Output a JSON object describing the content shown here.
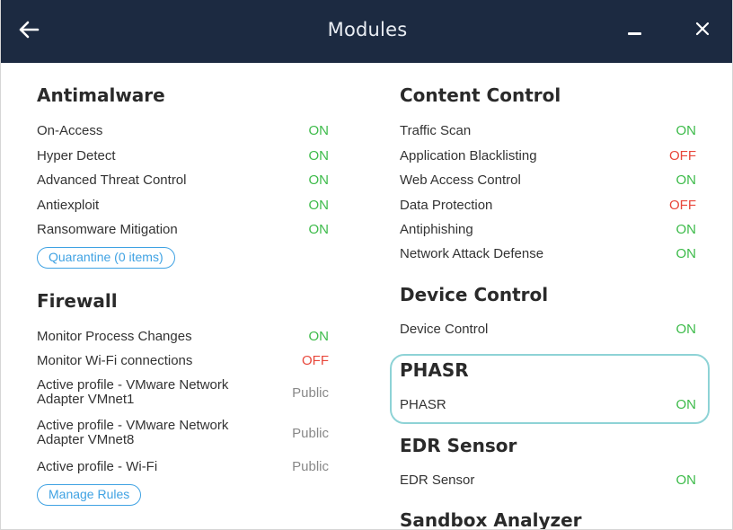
{
  "window": {
    "title": "Modules"
  },
  "icons": {
    "back": "arrow-left-icon",
    "minimize": "minimize-icon",
    "close": "close-icon"
  },
  "colors": {
    "titlebar": "#1c2a41",
    "on": "#3dbb4a",
    "off": "#e8473b",
    "link": "#3fa2e3",
    "highlight": "#8ed3d6"
  },
  "antimalware": {
    "title": "Antimalware",
    "items": [
      {
        "label": "On-Access",
        "value": "ON"
      },
      {
        "label": "Hyper Detect",
        "value": "ON"
      },
      {
        "label": "Advanced Threat Control",
        "value": "ON"
      },
      {
        "label": "Antiexploit",
        "value": "ON"
      },
      {
        "label": "Ransomware Mitigation",
        "value": "ON"
      }
    ],
    "button": "Quarantine (0 items)"
  },
  "firewall": {
    "title": "Firewall",
    "items": [
      {
        "label": "Monitor Process Changes",
        "value": "ON"
      },
      {
        "label": "Monitor Wi-Fi connections",
        "value": "OFF"
      },
      {
        "label": "Active profile - VMware Network Adapter VMnet1",
        "value": "Public"
      },
      {
        "label": "Active profile - VMware Network Adapter VMnet8",
        "value": "Public"
      },
      {
        "label": "Active profile - Wi-Fi",
        "value": "Public"
      }
    ],
    "button": "Manage Rules"
  },
  "content_control": {
    "title": "Content Control",
    "items": [
      {
        "label": "Traffic Scan",
        "value": "ON"
      },
      {
        "label": "Application Blacklisting",
        "value": "OFF"
      },
      {
        "label": "Web Access Control",
        "value": "ON"
      },
      {
        "label": "Data Protection",
        "value": "OFF"
      },
      {
        "label": "Antiphishing",
        "value": "ON"
      },
      {
        "label": "Network Attack Defense",
        "value": "ON"
      }
    ]
  },
  "device_control": {
    "title": "Device Control",
    "items": [
      {
        "label": "Device Control",
        "value": "ON"
      }
    ]
  },
  "phasr": {
    "title": "PHASR",
    "items": [
      {
        "label": "PHASR",
        "value": "ON"
      }
    ]
  },
  "edr_sensor": {
    "title": "EDR Sensor",
    "items": [
      {
        "label": "EDR Sensor",
        "value": "ON"
      }
    ]
  },
  "sandbox_analyzer": {
    "title": "Sandbox Analyzer"
  }
}
